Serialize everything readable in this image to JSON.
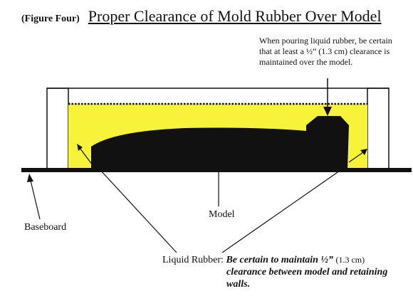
{
  "figure": {
    "label": "(Figure Four)",
    "title": "Proper Clearance of Mold Rubber Over Model"
  },
  "note": {
    "text": "When pouring liquid rubber, be certain that at least a ½” (1.3 cm) clearance is maintained over the model."
  },
  "labels": {
    "model": "Model",
    "baseboard": "Baseboard"
  },
  "liquid_rubber": {
    "name": "Liquid Rubber:",
    "line1_strong": "Be certain to maintain ½”",
    "line1_cm": "(1.3 cm)",
    "line2": "clearance between model and retaining walls."
  },
  "colors": {
    "rubber": "#f7f23a",
    "ink": "#111111",
    "wall": "#ffffff"
  }
}
